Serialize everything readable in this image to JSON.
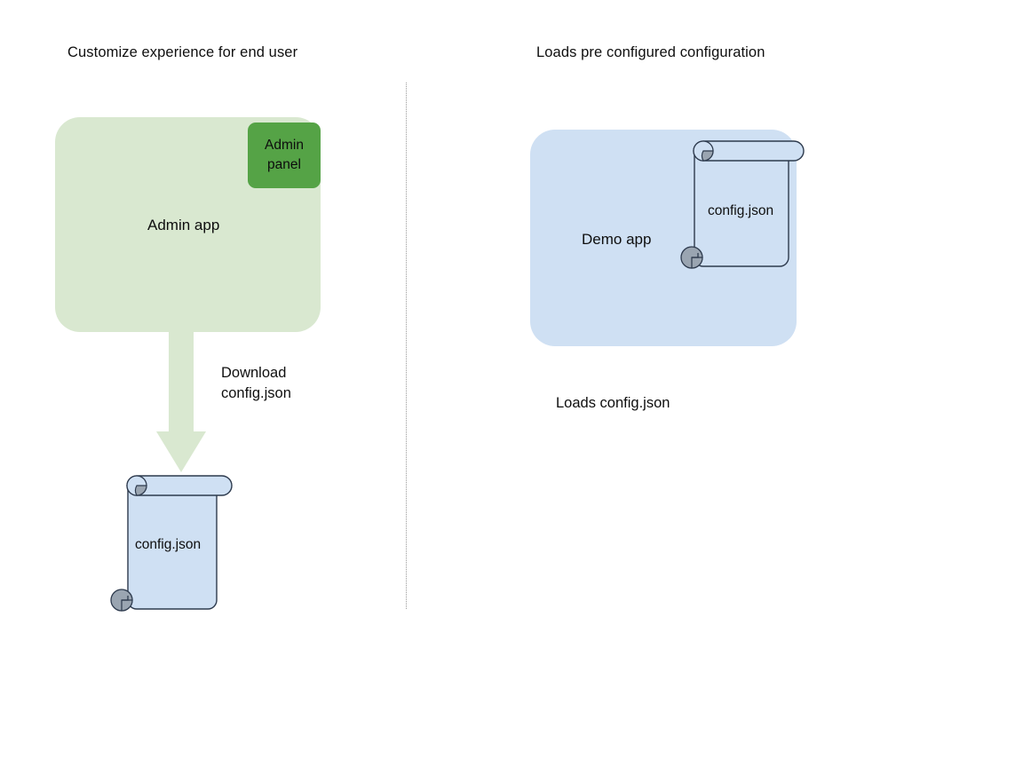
{
  "diagram": {
    "background": "#ffffff",
    "divider": {
      "name": "vertical-dotted-divider",
      "color": "#9a9a9a"
    }
  },
  "left_section": {
    "title": "Customize experience for end user",
    "app": {
      "label": "Admin app",
      "fill": "#d9e8d0"
    },
    "panel": {
      "line1": "Admin",
      "line2": "panel",
      "fill": "#55a346"
    },
    "arrow": {
      "caption_line1": "Download",
      "caption_line2": "config.json",
      "fill": "#d9e8d0",
      "direction": "down"
    },
    "document": {
      "label": "config.json",
      "fill": "#cfe0f3",
      "stroke": "#2d3a4d",
      "curl_fill": "#9aa5b1"
    }
  },
  "right_section": {
    "title": "Loads pre configured configuration",
    "app": {
      "label": "Demo app",
      "fill": "#cfe0f3"
    },
    "document": {
      "label": "config.json",
      "fill": "#cfe0f3",
      "stroke": "#2d3a4d",
      "curl_fill": "#9aa5b1"
    },
    "caption": "Loads config.json"
  }
}
